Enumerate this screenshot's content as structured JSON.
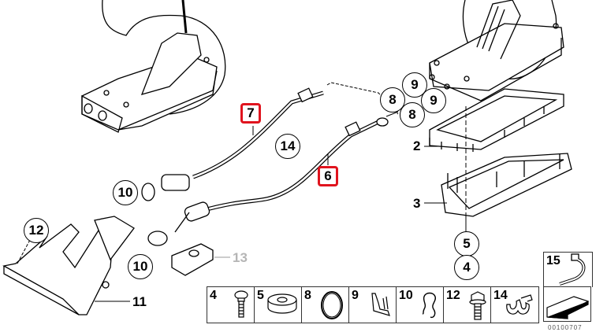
{
  "diagram": {
    "title": "Gearshift cable exploded parts diagram",
    "highlighted_callouts": [
      "7",
      "6"
    ],
    "highlight_color": "#e0141e",
    "callouts": {
      "c7": "7",
      "c14": "14",
      "c6": "6",
      "c8a": "8",
      "c8b": "8",
      "c9a": "9",
      "c9b": "9",
      "c2": "2",
      "c3": "3",
      "c5": "5",
      "c4": "4",
      "c10a": "10",
      "c10b": "10",
      "c12": "12",
      "c11": "11",
      "c13": "13",
      "c15": "15"
    },
    "legend": [
      {
        "num": "4",
        "icon": "screw-icon"
      },
      {
        "num": "5",
        "icon": "washer-icon"
      },
      {
        "num": "8",
        "icon": "o-ring-icon"
      },
      {
        "num": "9",
        "icon": "clip-icon"
      },
      {
        "num": "10",
        "icon": "spring-clip-icon"
      },
      {
        "num": "12",
        "icon": "hex-bolt-icon"
      },
      {
        "num": "14",
        "icon": "cable-holder-icon"
      }
    ],
    "doc_number": "00100707"
  }
}
